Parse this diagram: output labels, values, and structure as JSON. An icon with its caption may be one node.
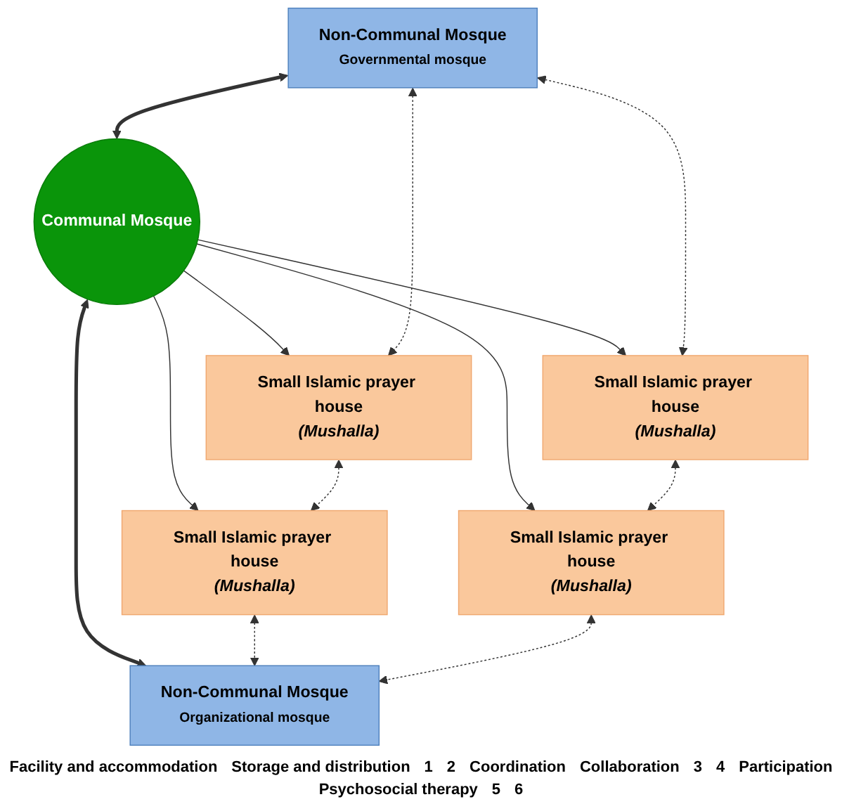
{
  "diagram": {
    "nodes": [
      {
        "text": [
          "Non-Communal Mosque",
          "Governmental mosque"
        ]
      },
      {
        "text": [
          "Small Islamic prayer house",
          "(Mushalla)"
        ]
      },
      {
        "text": [
          "Small Islamic prayer house",
          "(Mushalla)"
        ]
      },
      {
        "text": [
          "Communal Mosque"
        ]
      },
      {
        "text": [
          "Small Islamic prayer house",
          "(Mushalla)"
        ]
      },
      {
        "text": [
          "Small Islamic prayer house",
          "(Mushalla)"
        ]
      },
      {
        "text": [
          "Non-Communal Mosque",
          "Organizational mosque"
        ]
      }
    ],
    "edges": [
      {
        "from": 0,
        "to": 3,
        "arrow": "both",
        "style": "thick"
      },
      {
        "from": 3,
        "to": 6,
        "arrow": "both",
        "style": "thick"
      },
      {
        "from": 3,
        "to": 1,
        "arrow": "to"
      },
      {
        "from": 3,
        "to": 2,
        "arrow": "to"
      },
      {
        "from": 3,
        "to": 4,
        "arrow": "to"
      },
      {
        "from": 3,
        "to": 5,
        "arrow": "to"
      },
      {
        "from": 0,
        "to": 1,
        "arrow": "both",
        "style": "dashed"
      },
      {
        "from": 0,
        "to": 2,
        "arrow": "both",
        "style": "dashed"
      },
      {
        "from": 1,
        "to": 4,
        "arrow": "both",
        "style": "dashed"
      },
      {
        "from": 2,
        "to": 5,
        "arrow": "both",
        "style": "dashed"
      },
      {
        "from": 4,
        "to": 6,
        "arrow": "both",
        "style": "dashed"
      },
      {
        "from": 5,
        "to": 6,
        "arrow": "both",
        "style": "dashed"
      }
    ],
    "labels": [
      "Facility and accommodation",
      "Storage and distribution",
      "1",
      "2",
      "Coordination",
      "Collaboration",
      "3",
      "4",
      "Participation",
      "Psychosocial therapy",
      "5",
      "6"
    ]
  }
}
